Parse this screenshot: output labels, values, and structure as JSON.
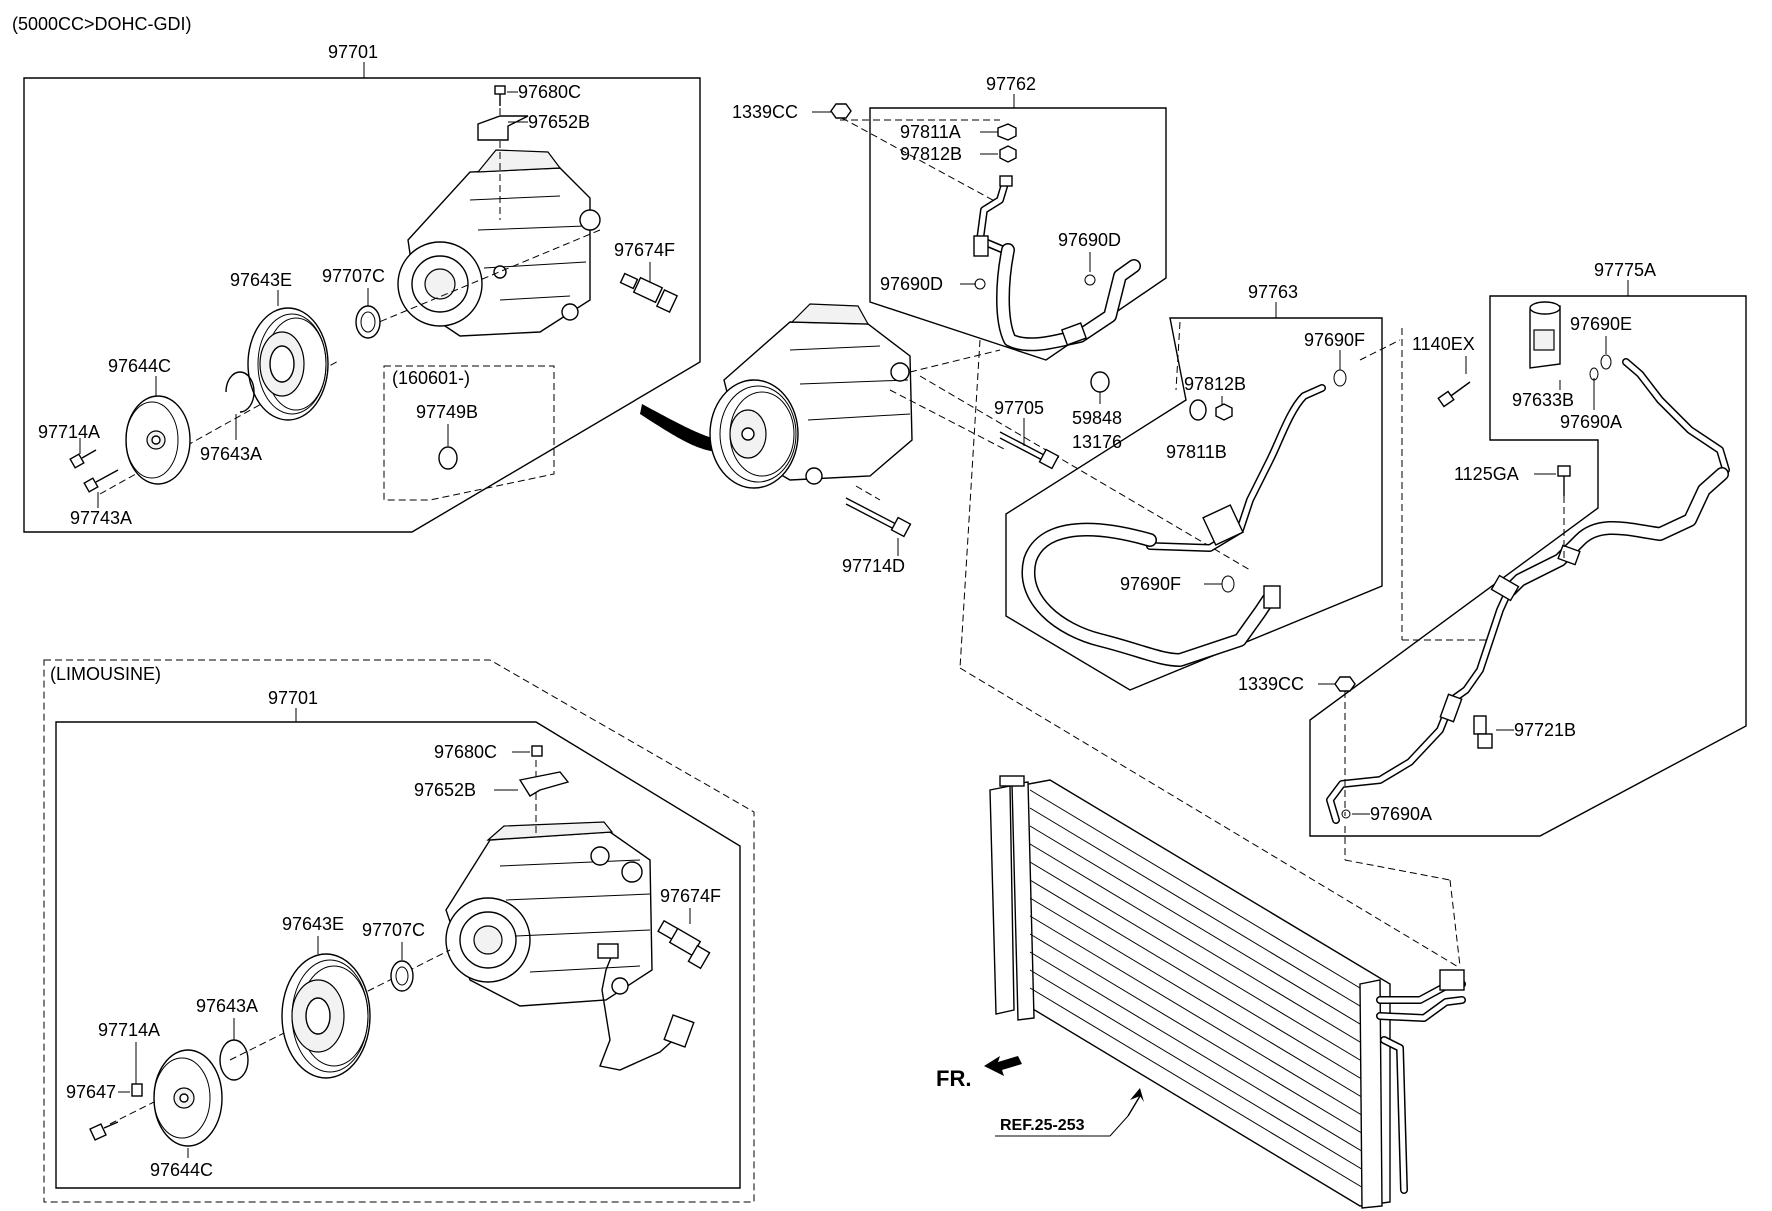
{
  "header": {
    "engine_note": "(5000CC>DOHC-GDI)"
  },
  "top_kit": {
    "title": "97701",
    "labels": {
      "c97680C": "97680C",
      "c97652B": "97652B",
      "c97674F": "97674F",
      "c97707C": "97707C",
      "c97643E": "97643E",
      "c97644C": "97644C",
      "c97714A": "97714A",
      "c97643A": "97643A",
      "c97743A": "97743A"
    },
    "sub_note": "(160601-)",
    "sub_part": "97749B"
  },
  "center": {
    "c1339CC_top": "1339CC",
    "c97705": "97705",
    "c97714D": "97714D",
    "c59848": "59848",
    "c13176": "13176"
  },
  "box_97762": {
    "title": "97762",
    "labels": {
      "c97811A": "97811A",
      "c97812B": "97812B",
      "c97690D_left": "97690D",
      "c97690D_right": "97690D"
    }
  },
  "box_97763": {
    "title": "97763",
    "labels": {
      "c97690F_top": "97690F",
      "c97812B": "97812B",
      "c97811B": "97811B",
      "c97690F_bottom": "97690F"
    }
  },
  "box_97775A": {
    "title": "97775A",
    "labels": {
      "c1140EX": "1140EX",
      "c97690E": "97690E",
      "c97633B": "97633B",
      "c97690A_top": "97690A",
      "c1125GA": "1125GA",
      "c97721B": "97721B",
      "c1339CC": "1339CC",
      "c97690A_bottom": "97690A"
    }
  },
  "limousine": {
    "note": "(LIMOUSINE)",
    "title": "97701",
    "labels": {
      "c97680C": "97680C",
      "c97652B": "97652B",
      "c97674F": "97674F",
      "c97643E": "97643E",
      "c97707C": "97707C",
      "c97643A": "97643A",
      "c97714A": "97714A",
      "c97647": "97647",
      "c97644C": "97644C"
    }
  },
  "footer": {
    "front": "FR.",
    "ref": "REF.25-253"
  }
}
